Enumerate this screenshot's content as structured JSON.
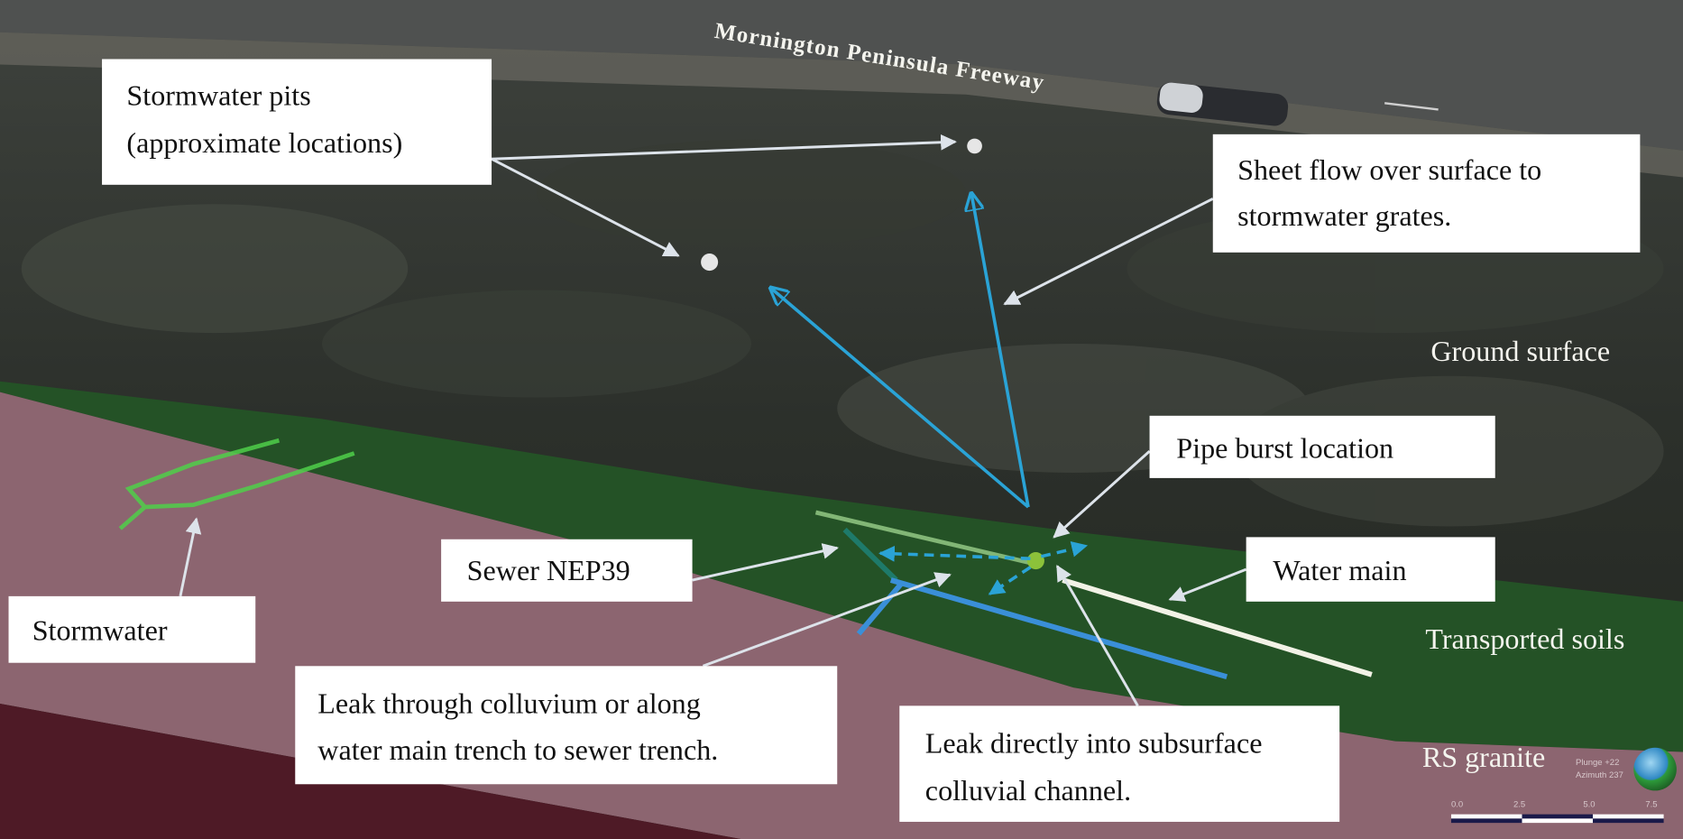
{
  "road_label": "Mornington Peninsula Freeway",
  "callouts": {
    "stormwater_pits": [
      "Stormwater pits",
      "(approximate locations)"
    ],
    "sheet_flow": [
      "Sheet flow over surface to",
      "stormwater grates."
    ],
    "pipe_burst": "Pipe burst location",
    "sewer": "Sewer NEP39",
    "water_main": "Water main",
    "stormwater": "Stormwater",
    "leak_through": [
      "Leak through colluvium or along",
      "water main trench to sewer trench."
    ],
    "leak_directly": [
      "Leak directly into subsurface",
      "colluvial channel."
    ]
  },
  "layers": {
    "ground_surface": "Ground surface",
    "transported_soils": "Transported soils",
    "rs_granite": "RS granite"
  },
  "view_info": {
    "plunge": "Plunge +22",
    "azimuth": "Azimuth 237"
  },
  "scale_bar": {
    "ticks": [
      "0.0",
      "2.5",
      "5.0",
      "7.5"
    ]
  },
  "colors": {
    "transported_soils": "#245226",
    "rs_granite": "#8c6570",
    "deep_layer": "#4e1a26",
    "flow_arrow": "#2aa3d6",
    "sewer_pipe": "#3a8fd8",
    "water_main": "#f2f2e6",
    "stormwater_pipe": "#4fcf4a"
  }
}
